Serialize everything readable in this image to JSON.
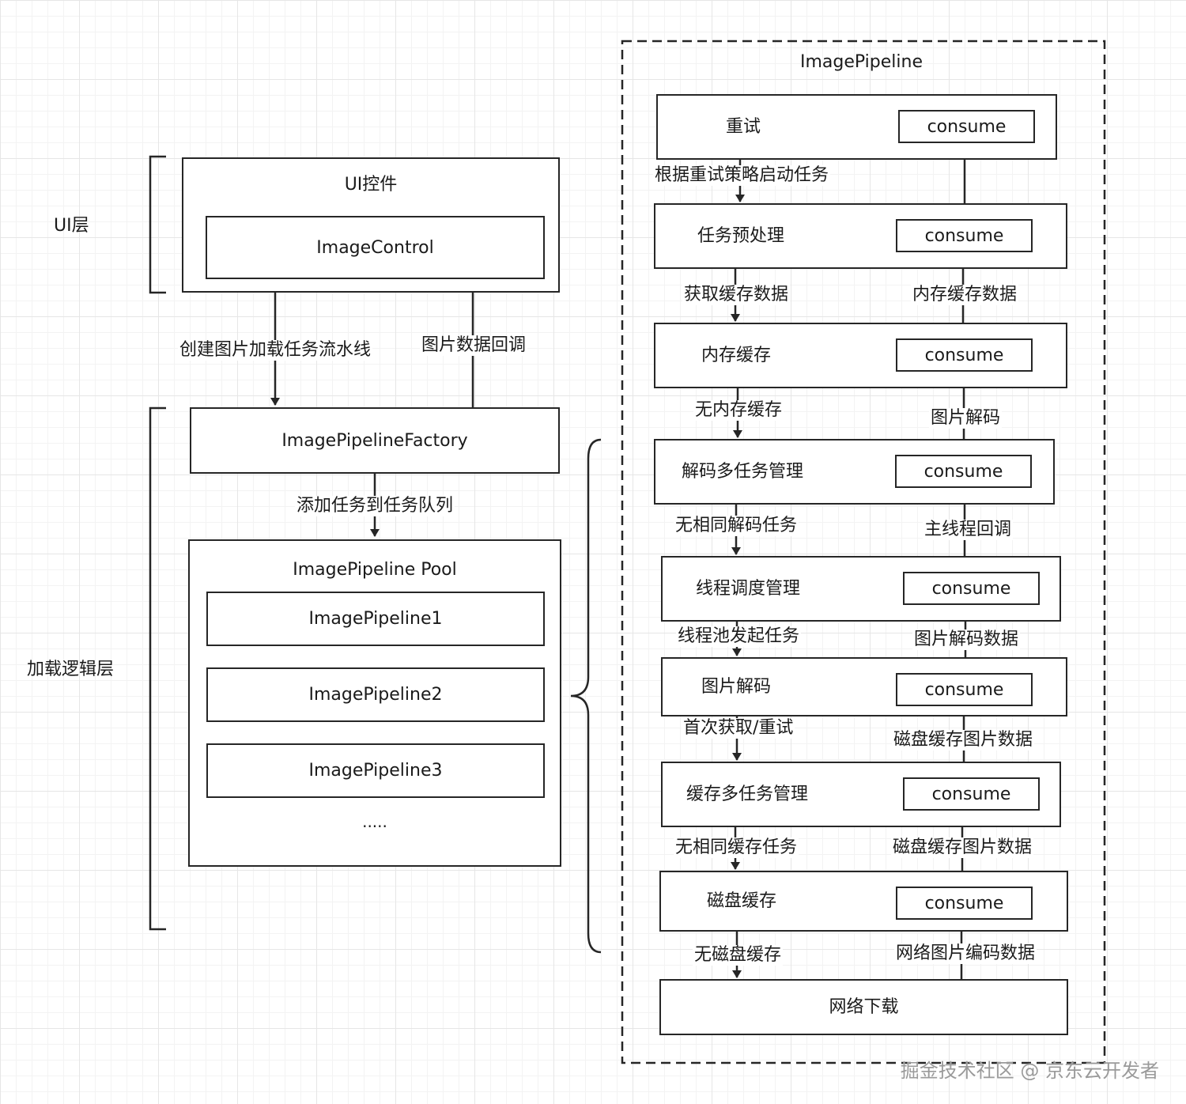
{
  "layers": {
    "ui_layer": "UI层",
    "load_layer": "加载逻辑层"
  },
  "ui_control": {
    "title": "UI控件",
    "inner": "ImageControl"
  },
  "arrows_left": {
    "create": "创建图片加载任务流水线",
    "callback": "图片数据回调",
    "add_task": "添加任务到任务队列"
  },
  "factory": "ImagePipelineFactory",
  "pool": {
    "title": "ImagePipeline Pool",
    "items": [
      "ImagePipeline1",
      "ImagePipeline2",
      "ImagePipeline3"
    ],
    "more": "....."
  },
  "pipeline": {
    "title": "ImagePipeline",
    "consume": "consume",
    "steps": [
      "重试",
      "任务预处理",
      "内存缓存",
      "解码多任务管理",
      "线程调度管理",
      "图片解码",
      "缓存多任务管理",
      "磁盘缓存",
      "网络下载"
    ],
    "down_labels": [
      "根据重试策略启动任务",
      "获取缓存数据",
      "无内存缓存",
      "无相同解码任务",
      "线程池发起任务",
      "首次获取/重试",
      "无相同缓存任务",
      "无磁盘缓存"
    ],
    "up_labels": [
      "内存缓存数据",
      "图片解码",
      "主线程回调",
      "图片解码数据",
      "磁盘缓存图片数据",
      "磁盘缓存图片数据",
      "网络图片编码数据"
    ]
  },
  "watermark": "掘金技术社区 @ 京东云开发者"
}
